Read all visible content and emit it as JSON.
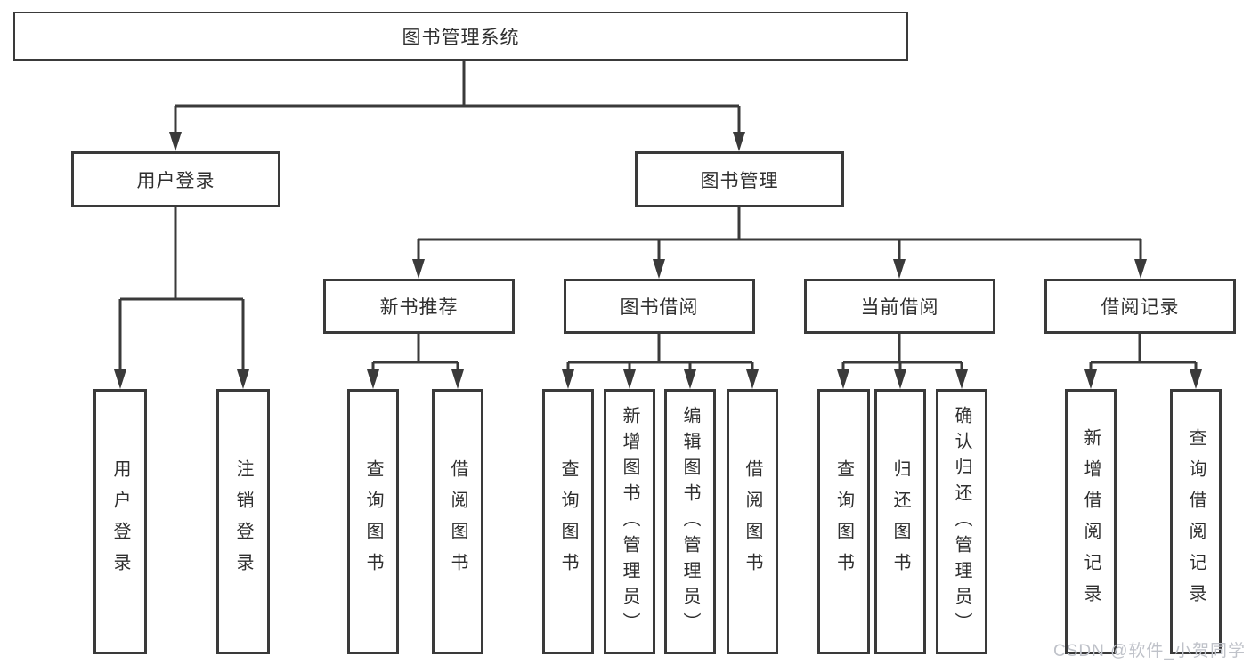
{
  "tree": {
    "label": "图书管理系统",
    "children": [
      {
        "label": "用户登录",
        "children": [
          {
            "label": "用户登录"
          },
          {
            "label": "注销登录"
          }
        ]
      },
      {
        "label": "图书管理",
        "children": [
          {
            "label": "新书推荐",
            "children": [
              {
                "label": "查询图书"
              },
              {
                "label": "借阅图书"
              }
            ]
          },
          {
            "label": "图书借阅",
            "children": [
              {
                "label": "查询图书"
              },
              {
                "label": "新增图书（管理员）"
              },
              {
                "label": "编辑图书（管理员）"
              },
              {
                "label": "借阅图书"
              }
            ]
          },
          {
            "label": "当前借阅",
            "children": [
              {
                "label": "查询图书"
              },
              {
                "label": "归还图书"
              },
              {
                "label": "确认归还（管理员）"
              }
            ]
          },
          {
            "label": "借阅记录",
            "children": [
              {
                "label": "新增借阅记录"
              },
              {
                "label": "查询借阅记录"
              }
            ]
          }
        ]
      }
    ]
  },
  "watermark": {
    "text": "CSDN @软件_小贺同学"
  },
  "colors": {
    "line": "#3a3a3a",
    "text": "#2f2f2f",
    "watermark": "#bfc2c9",
    "background": "#ffffff"
  }
}
